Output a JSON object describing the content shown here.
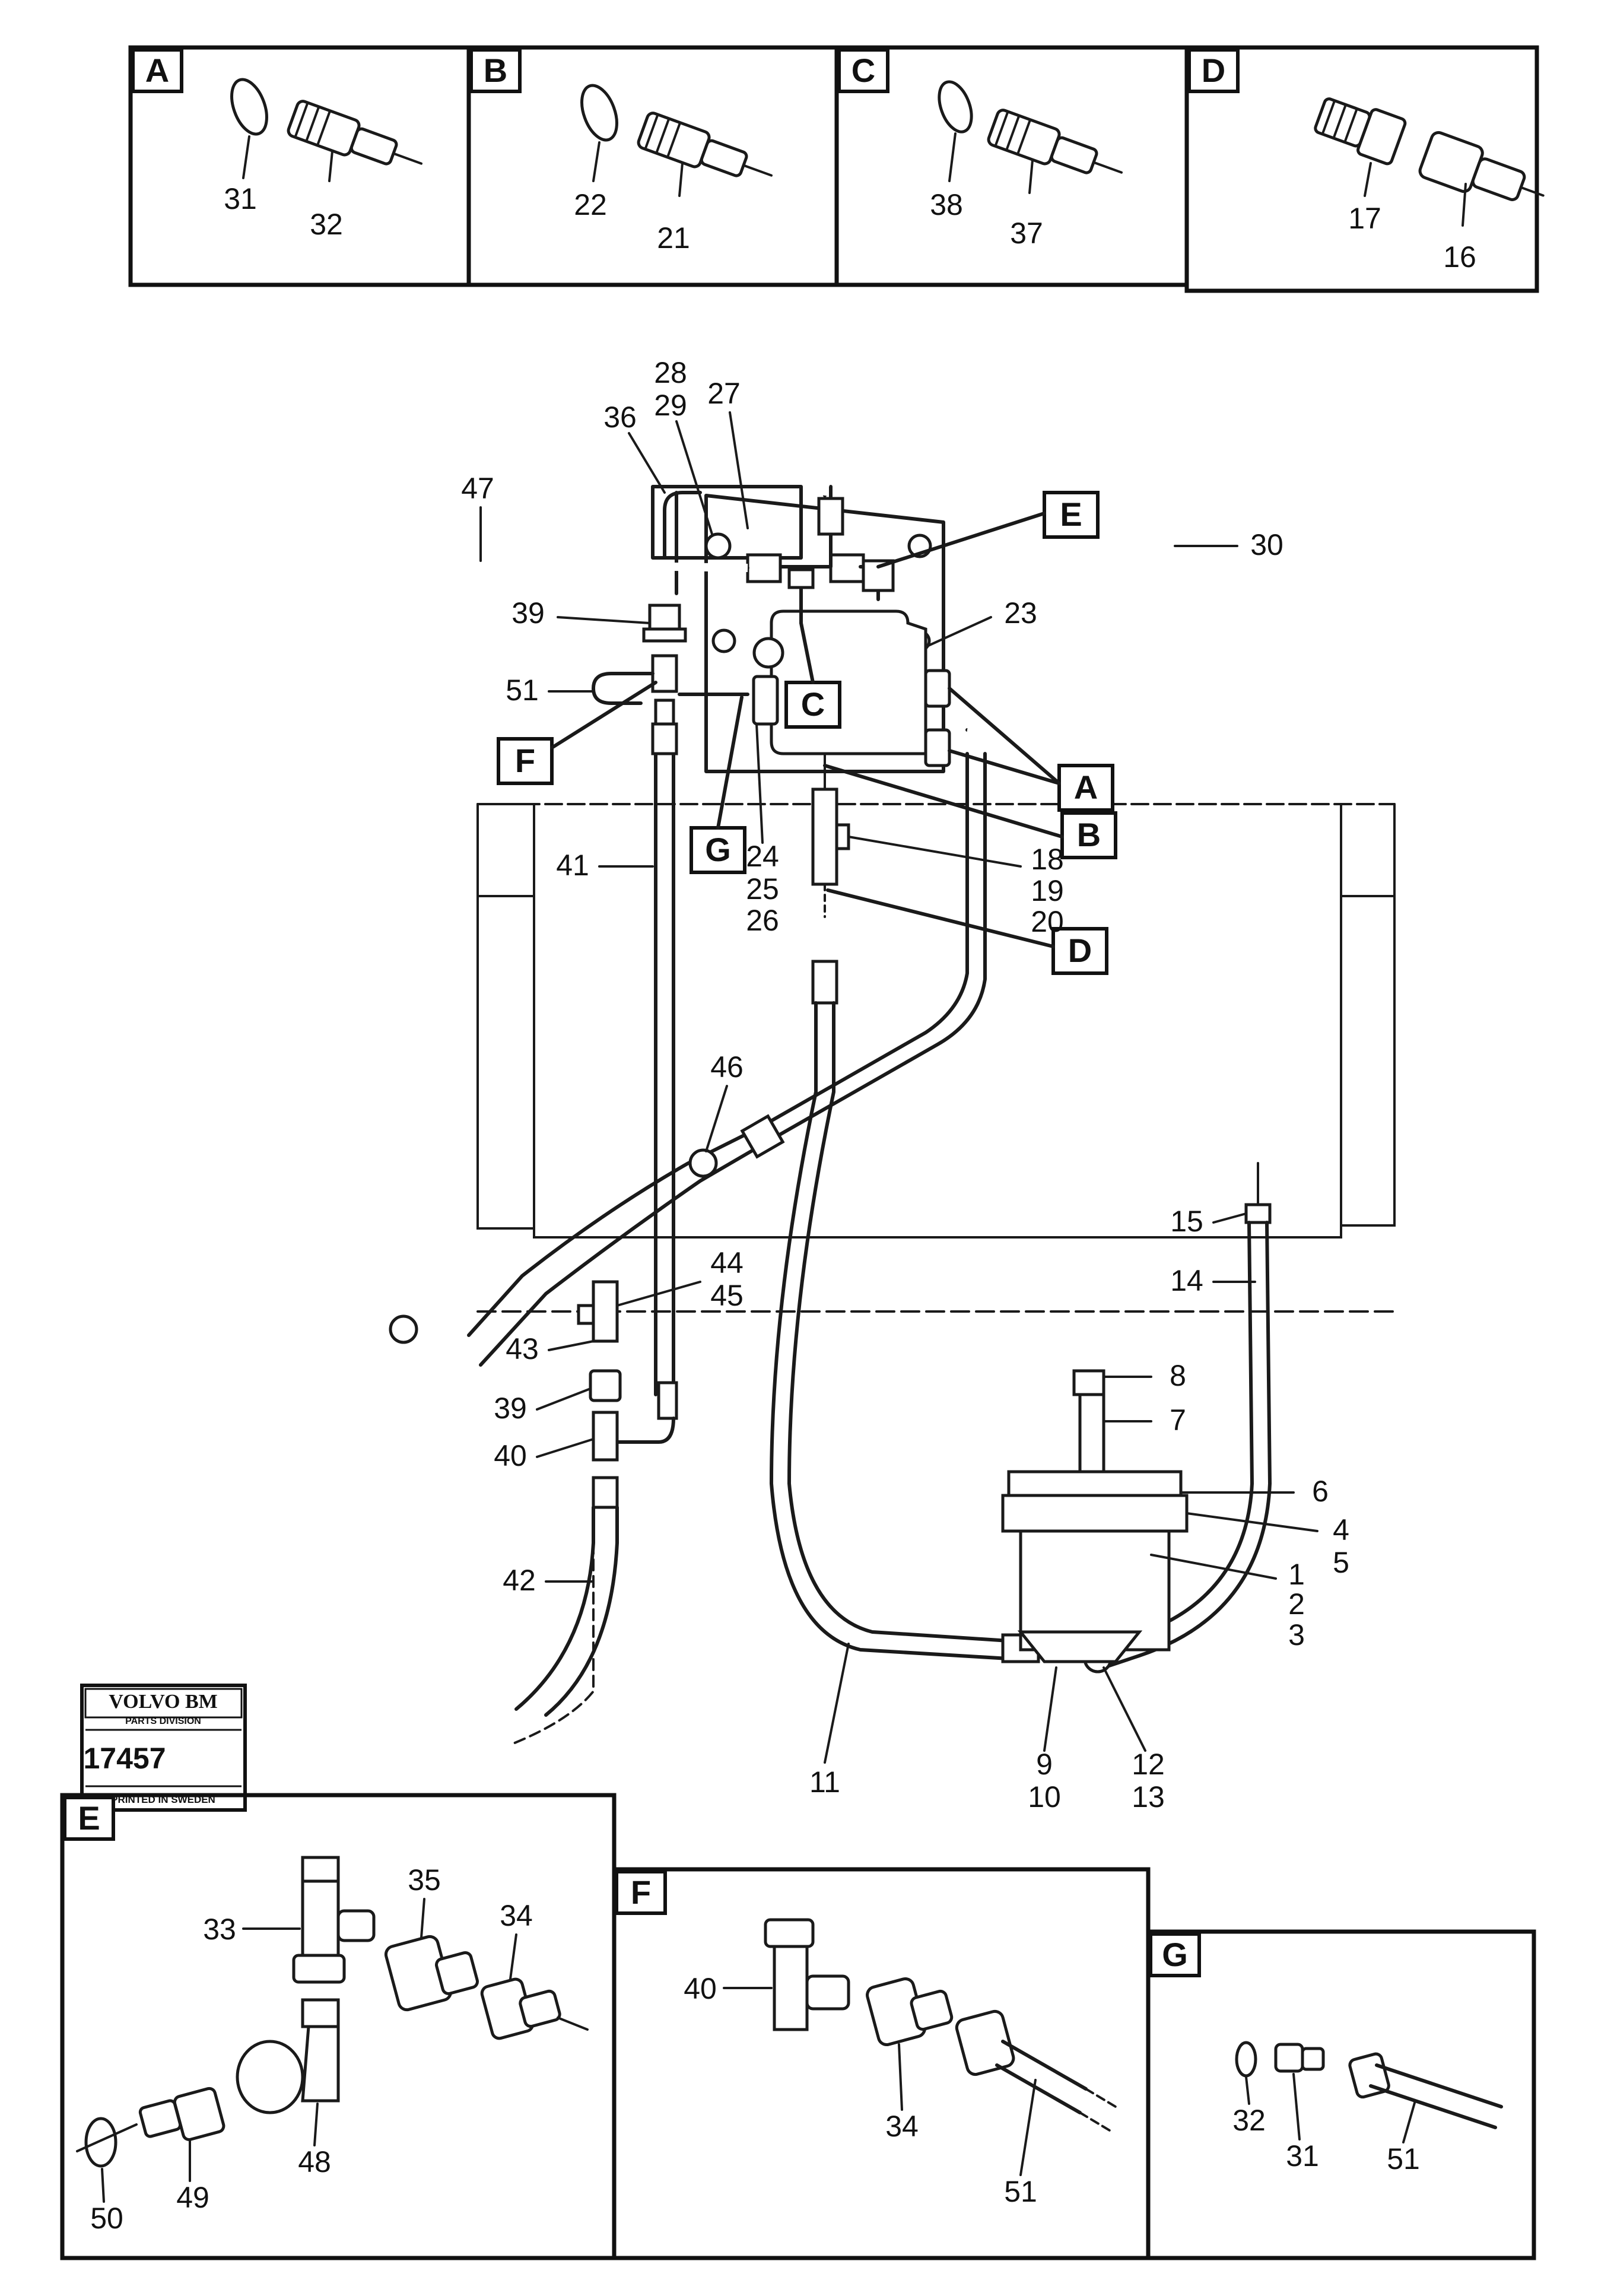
{
  "detail_boxes": {
    "A": {
      "letter": "A",
      "labels": [
        "31",
        "32"
      ]
    },
    "B": {
      "letter": "B",
      "labels": [
        "22",
        "21"
      ]
    },
    "C": {
      "letter": "C",
      "labels": [
        "38",
        "37"
      ]
    },
    "D": {
      "letter": "D",
      "labels": [
        "17",
        "16"
      ]
    },
    "E": {
      "letter": "E",
      "labels": [
        "33",
        "35",
        "34",
        "50",
        "49",
        "48"
      ]
    },
    "F": {
      "letter": "F",
      "labels": [
        "40",
        "34",
        "51"
      ]
    },
    "G": {
      "letter": "G",
      "labels": [
        "32",
        "31",
        "51"
      ]
    }
  },
  "main_labels": [
    "28",
    "29",
    "27",
    "36",
    "47",
    "30",
    "39",
    "23",
    "51",
    "41",
    "24",
    "25",
    "26",
    "18",
    "19",
    "20",
    "46",
    "15",
    "14",
    "44",
    "45",
    "43",
    "39",
    "8",
    "7",
    "40",
    "6",
    "4",
    "5",
    "1",
    "2",
    "3",
    "42",
    "11",
    "9",
    "10",
    "12",
    "13"
  ],
  "callouts": {
    "E": "E",
    "C": "C",
    "A": "A",
    "F": "F",
    "B": "B",
    "G": "G",
    "D": "D"
  },
  "stamp": {
    "brand": "VOLVO BM",
    "division": "PARTS DIVISION",
    "number": "17457",
    "printed": "PRINTED IN SWEDEN"
  }
}
